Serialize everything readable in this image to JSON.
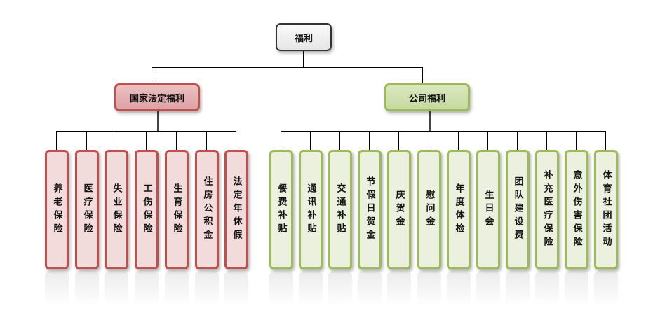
{
  "root": {
    "label": "福利"
  },
  "groups": [
    {
      "label": "国家法定福利",
      "color": "#c0504d",
      "children": [
        "养老保险",
        "医疗保险",
        "失业保险",
        "工伤保险",
        "生育保险",
        "住房公积金",
        "法定年休假"
      ]
    },
    {
      "label": "公司福利",
      "color": "#9bbb59",
      "children": [
        "餐费补贴",
        "通讯补贴",
        "交通补贴",
        "节假日贺金",
        "庆贺金",
        "慰问金",
        "年度体检",
        "生日会",
        "团队建设费",
        "补充医疗保险",
        "意外伤害保险",
        "体育社团活动"
      ]
    }
  ]
}
